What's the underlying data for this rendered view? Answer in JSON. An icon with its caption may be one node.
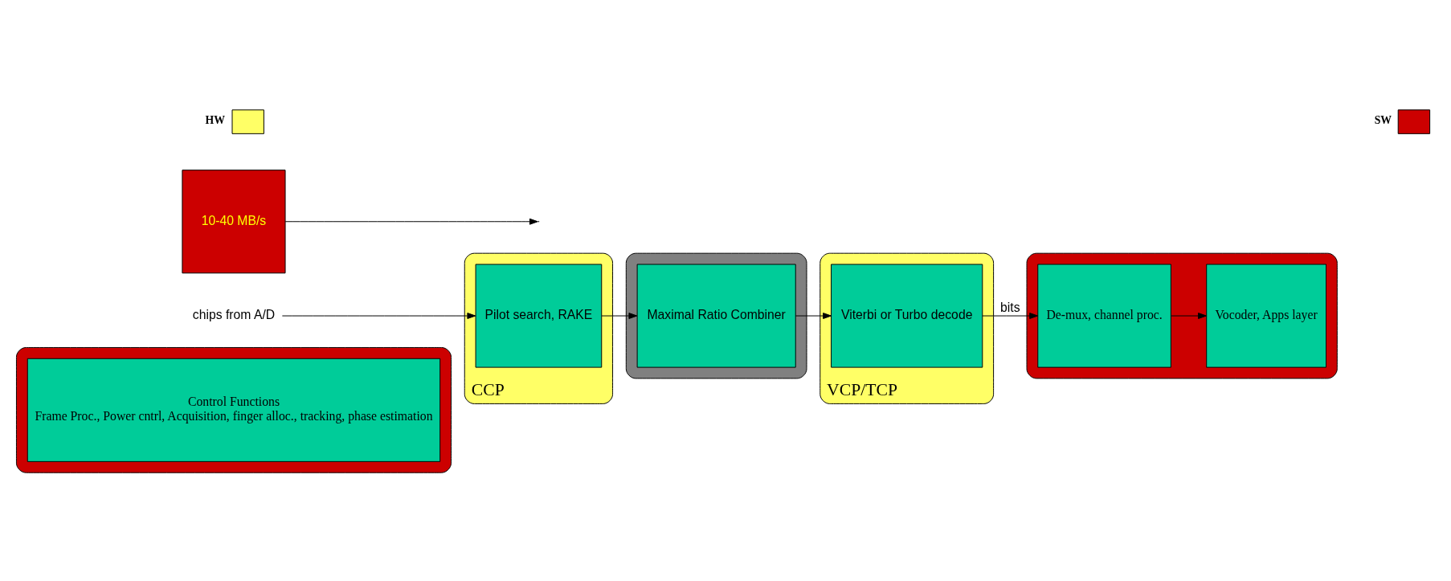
{
  "diagram": {
    "nodes": [
      {
        "text": [],
        "shape": "box"
      },
      {
        "text": [
          "Control Functions",
          "Frame Proc., Power cntrl, Acquisition, finger alloc., tracking, phase estimation"
        ],
        "in": 0
      },
      {
        "text": [
          "CCP"
        ]
      },
      {
        "text": [
          "Pilot search, RAKE"
        ],
        "in": 2
      },
      {
        "text": [],
        "shape": "box"
      },
      {
        "text": [
          "Maximal Ratio Combiner"
        ],
        "in": 4
      },
      {
        "text": [
          "VCP/TCP"
        ]
      },
      {
        "text": [
          "Viterbi or Turbo decode"
        ],
        "in": 6
      },
      {
        "text": [],
        "shape": "box"
      },
      {
        "text": [
          "De-mux, channel proc."
        ],
        "in": 8
      },
      {
        "text": [
          "Vocoder, Apps layer"
        ],
        "in": 8
      },
      {
        "text": [
          "chips from A/D"
        ]
      },
      {
        "text": [
          "10-40 MB/s"
        ]
      }
    ],
    "edges": [
      {
        "from": 11,
        "to": 3,
        "arrow": "to"
      },
      {
        "from": 3,
        "to": 5,
        "arrow": "to"
      },
      {
        "from": 5,
        "to": 7,
        "arrow": "to"
      },
      {
        "from": 7,
        "to": 9,
        "arrow": "to",
        "label": "bits"
      },
      {
        "from": 9,
        "to": 10,
        "arrow": "to"
      },
      {
        "from": 12,
        "to": null,
        "arrow": "to"
      }
    ],
    "legend": [
      {
        "text": "HW",
        "color": "#ffff66"
      },
      {
        "text": "SW",
        "color": "#cc0000"
      }
    ]
  }
}
